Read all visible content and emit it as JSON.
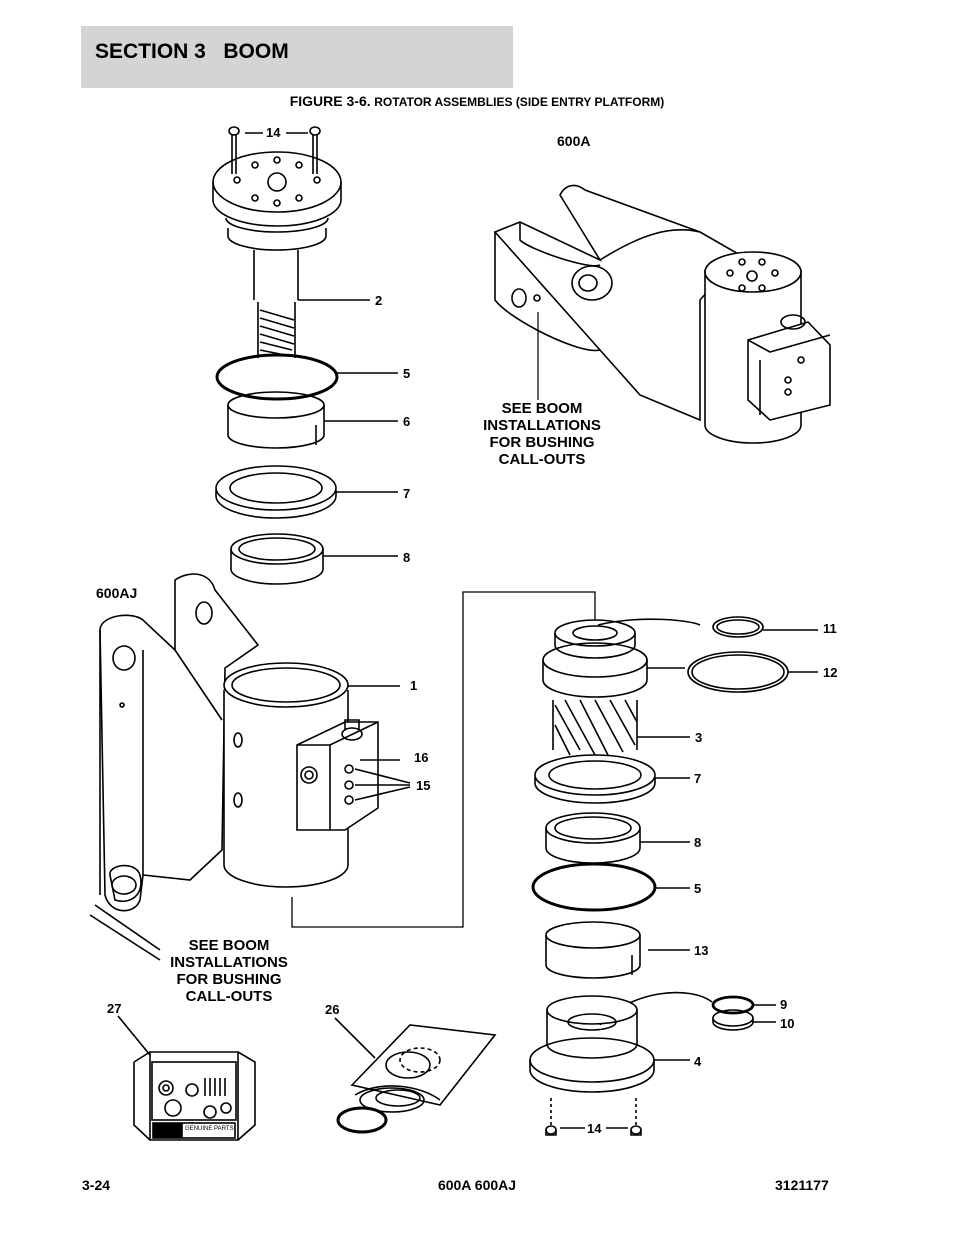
{
  "header": {
    "section": "SECTION 3   BOOM"
  },
  "figure": {
    "number": "FIGURE 3-6.",
    "title": "ROTATOR ASSEMBLIES (SIDE ENTRY PLATFORM)"
  },
  "models": {
    "a": "600A",
    "aj": "600AJ"
  },
  "notes": {
    "see_boom": "SEE BOOM\nINSTALLATIONS\nFOR BUSHING\nCALL-OUTS"
  },
  "callouts": [
    "14",
    "2",
    "5",
    "6",
    "7",
    "8",
    "1",
    "16",
    "15",
    "11",
    "12",
    "3",
    "7",
    "8",
    "5",
    "13",
    "9",
    "10",
    "4",
    "14",
    "27",
    "26"
  ],
  "kit_label": "GENUINE PARTS",
  "footer": {
    "page": "3-24",
    "model": "600A 600AJ",
    "doc": "3121177"
  }
}
